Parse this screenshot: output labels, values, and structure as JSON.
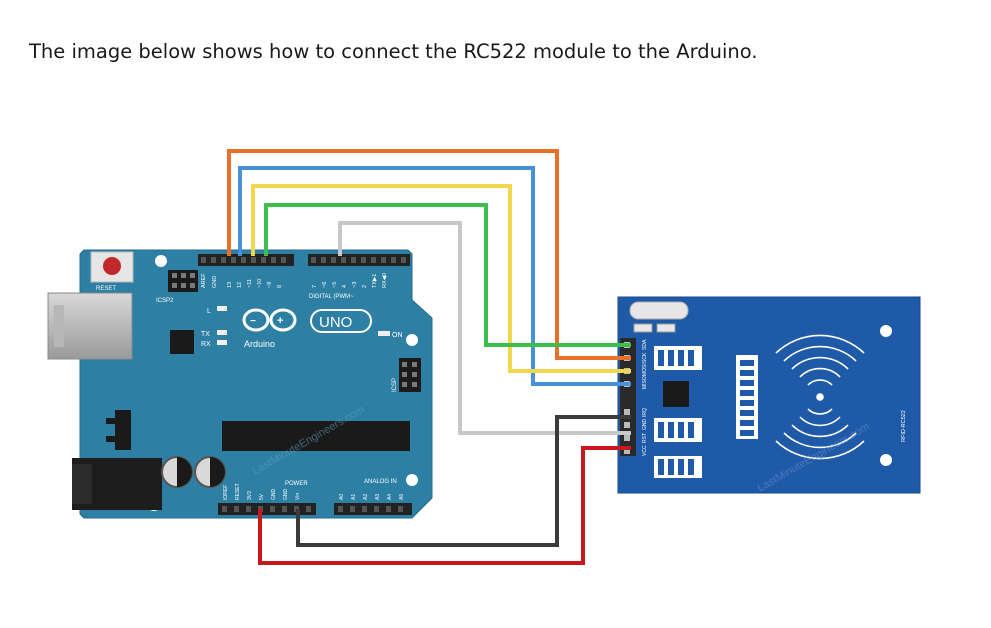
{
  "intro_text": "The image below shows how to connect the RC522 module to the Arduino.",
  "arduino": {
    "reset_label": "RESET",
    "icsp2_label": "ICSP2",
    "icsp_label": "ICSP",
    "aref_label": "AREF",
    "gnd_label": "GND",
    "digital_label": "DIGITAL (PWM~",
    "l_label": "L",
    "tx_label": "TX",
    "rx_label": "RX",
    "on_label": "ON",
    "logo_text": "UNO",
    "brand_label": "Arduino",
    "power_label": "POWER",
    "analog_label": "ANALOG IN",
    "top_pin_labels": [
      "13",
      "12",
      "~11",
      "~10",
      "~9",
      "8",
      "7",
      "~6",
      "~5",
      "4",
      "~3",
      "2",
      "TX▶1",
      "RX◀0"
    ],
    "power_pin_labels": [
      "IOREF",
      "RESET",
      "3V3",
      "5V",
      "GND",
      "GND",
      "Vin"
    ],
    "analog_pin_labels": [
      "A0",
      "A1",
      "A2",
      "A3",
      "A4",
      "A5"
    ]
  },
  "rc522": {
    "pin_labels": [
      "VCC",
      "RST",
      "GND",
      "IRQ",
      "MISO",
      "MOSI",
      "SCK",
      "SDA"
    ],
    "module_label": "RFID-RC522"
  },
  "watermark": "LastMinuteEngineers.com",
  "colors": {
    "board": "#2d7fa3",
    "module": "#1f5aa8",
    "wire_orange": "#e8702a",
    "wire_blue": "#4a90d9",
    "wire_yellow": "#f2d64b",
    "wire_green": "#3dbd4b",
    "wire_gray": "#c8c8c8",
    "wire_black": "#3a3a3a",
    "wire_red": "#c8181e"
  }
}
